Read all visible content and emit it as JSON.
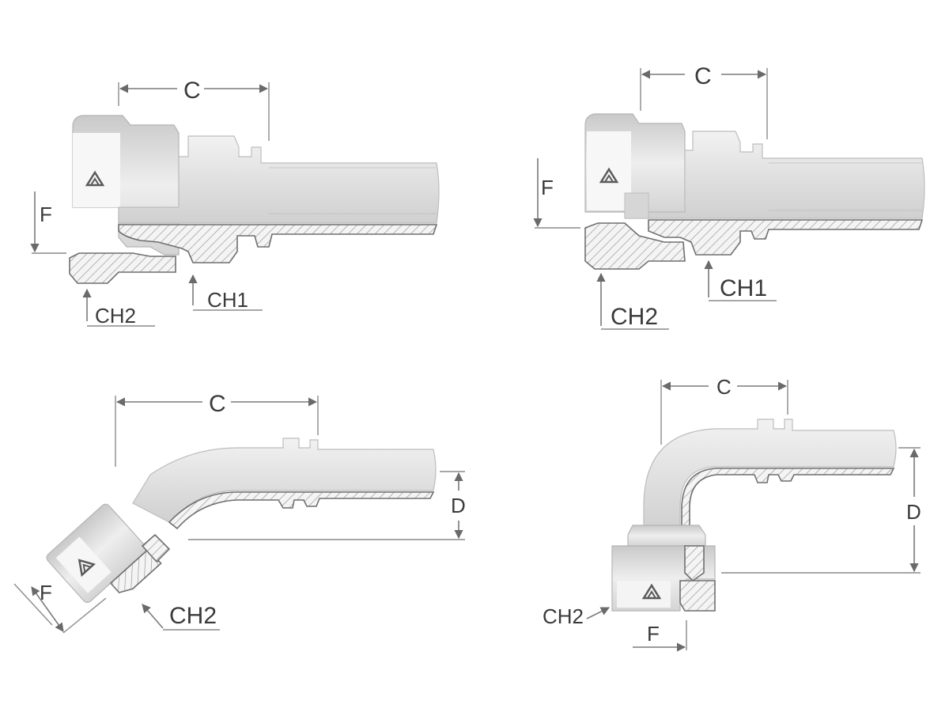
{
  "diagram": {
    "fittings": [
      {
        "name": "straight-fitting-a",
        "labels": {
          "c": "C",
          "f": "F",
          "ch1": "CH1",
          "ch2": "CH2"
        }
      },
      {
        "name": "straight-fitting-b",
        "labels": {
          "c": "C",
          "f": "F",
          "ch1": "CH1",
          "ch2": "CH2"
        }
      },
      {
        "name": "elbow-45-fitting",
        "labels": {
          "c": "C",
          "d": "D",
          "f": "F",
          "ch2": "CH2"
        }
      },
      {
        "name": "elbow-90-fitting",
        "labels": {
          "c": "C",
          "d": "D",
          "f": "F",
          "ch2": "CH2"
        }
      }
    ],
    "logo_icon": "brand-triangle-icon"
  }
}
